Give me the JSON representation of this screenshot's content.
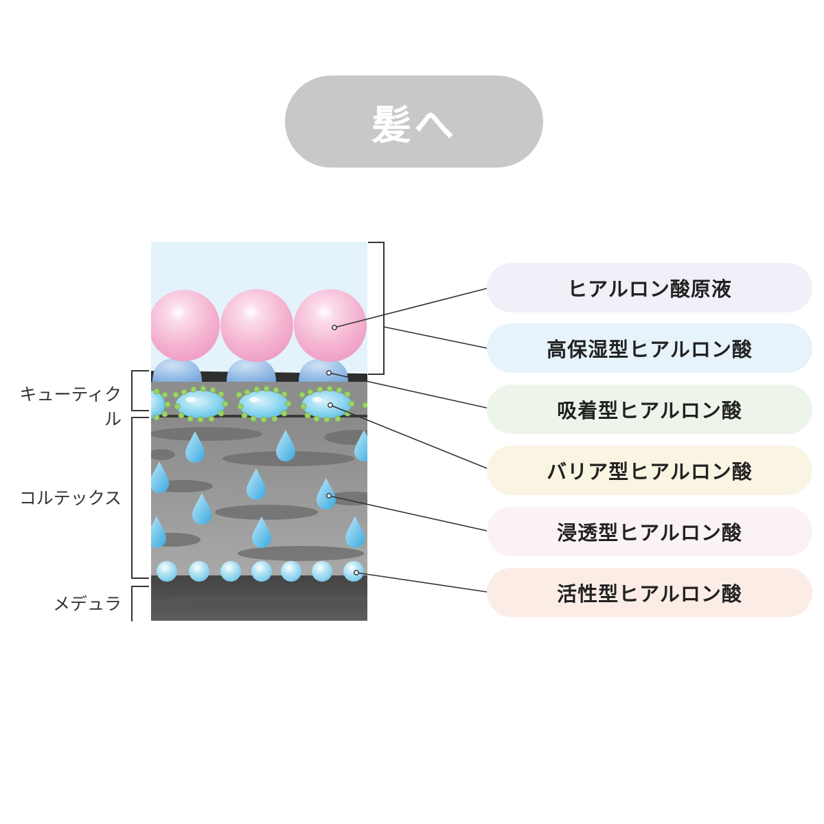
{
  "title": "髪へ",
  "layers": [
    {
      "label": "キューティクル"
    },
    {
      "label": "コルテックス"
    },
    {
      "label": "メデュラ"
    }
  ],
  "items": [
    {
      "label": "ヒアルロン酸原液",
      "color": "#f1eff7"
    },
    {
      "label": "高保湿型ヒアルロン酸",
      "color": "#e6f3fb"
    },
    {
      "label": "吸着型ヒアルロン酸",
      "color": "#edf5ea"
    },
    {
      "label": "バリア型ヒアルロン酸",
      "color": "#faf4e3"
    },
    {
      "label": "浸透型ヒアルロン酸",
      "color": "#fbf2f6"
    },
    {
      "label": "活性型ヒアルロン酸",
      "color": "#fbede6"
    }
  ]
}
